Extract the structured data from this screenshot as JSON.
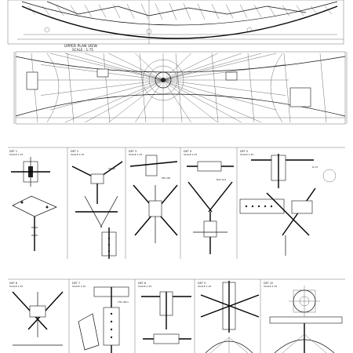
{
  "plan_view": {
    "title": "UPPER PLAN VIEW",
    "scale": "SCALE : 1:75"
  },
  "detail_row_1": [
    {
      "id": "DET 1",
      "scale": "SCALE 1:15"
    },
    {
      "id": "DET 2",
      "scale": "SCALE 1:15"
    },
    {
      "id": "DET 3",
      "scale": "SCALE 1:15"
    },
    {
      "id": "DET 4",
      "scale": "SCALE 1:15"
    },
    {
      "id": "DET 5",
      "scale": "SCALE 1:15"
    }
  ],
  "detail_row_2": [
    {
      "id": "DET 6",
      "scale": "SCALE 1:15"
    },
    {
      "id": "DET 7",
      "scale": "SCALE 1:15"
    },
    {
      "id": "DET 8",
      "scale": "SCALE 1:15"
    },
    {
      "id": "DET 9",
      "scale": "SCALE 1:15"
    },
    {
      "id": "DET 10",
      "scale": "SCALE 1:15"
    }
  ],
  "callouts": {
    "a": "S355J2",
    "b": "HEA 200",
    "c": "M20 10.9",
    "d": "PL 15",
    "e": "CHS 168.3"
  }
}
